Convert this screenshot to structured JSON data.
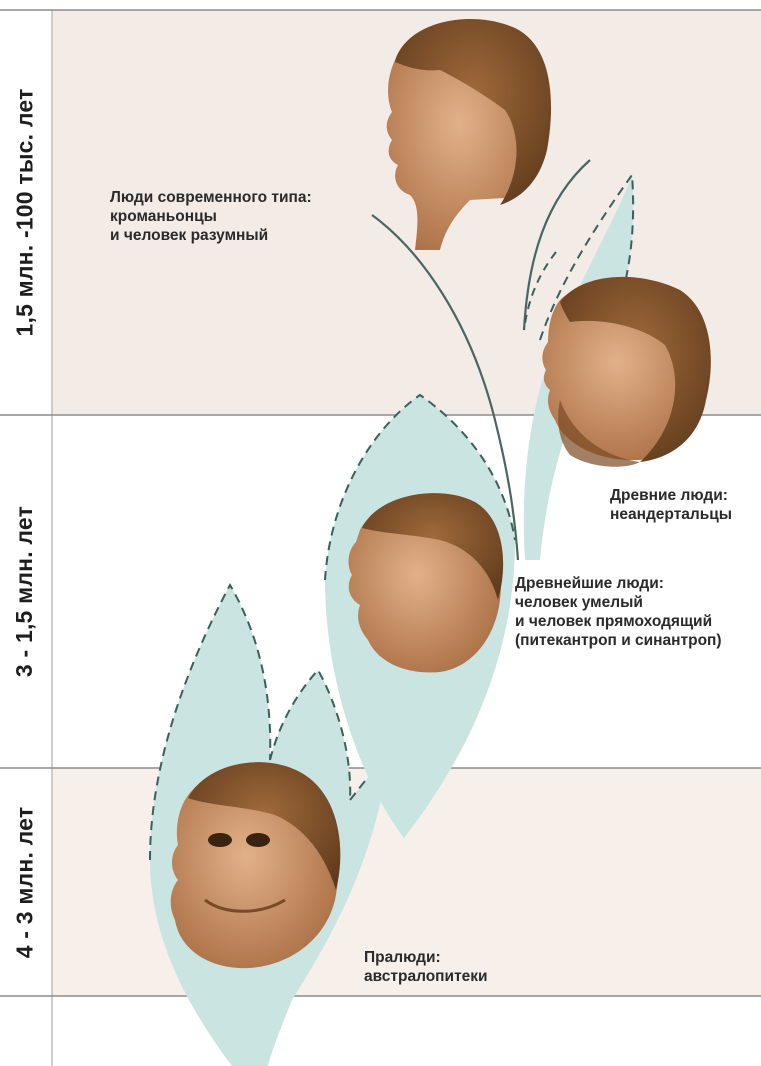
{
  "eras": [
    {
      "label": "1,5 млн. -100 тыс. лет"
    },
    {
      "label": "3 - 1,5 млн. лет"
    },
    {
      "label": "4 - 3 млн. лет"
    }
  ],
  "stages": [
    {
      "id": "modern",
      "icon": "modern-human-head-icon",
      "lines": [
        "Люди современного типа:",
        "кроманьонцы",
        "и человек разумный"
      ]
    },
    {
      "id": "ancient",
      "icon": "neanderthal-head-icon",
      "lines": [
        "Древние люди:",
        "неандертальцы"
      ]
    },
    {
      "id": "oldest",
      "icon": "homo-erectus-head-icon",
      "lines": [
        "Древнейшие люди:",
        "человек умелый",
        "и человек прямоходящий",
        "(питекантроп и синантроп)"
      ]
    },
    {
      "id": "pre",
      "icon": "australopithecus-head-icon",
      "lines": [
        "Пралюди:",
        "австралопитеки"
      ]
    }
  ],
  "colors": {
    "band_top": "#f3ebe6",
    "band_bottom": "#f7f0ea",
    "branch_fill": "#c9e4e1",
    "divider": "#8c8c8c",
    "skin_light": "#d8a377",
    "skin_dark": "#b97a4f",
    "hair_modern": "#8a5a32",
    "hair_ancient": "#7a4a24"
  }
}
